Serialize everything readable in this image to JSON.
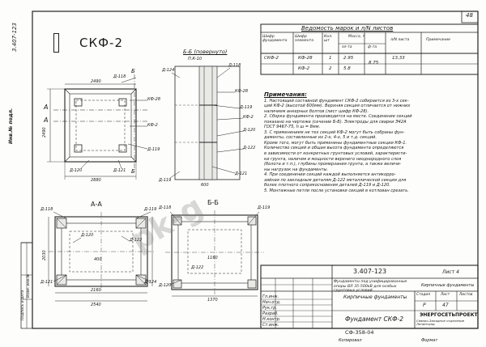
{
  "doc": {
    "side_code": "3.407-123",
    "corner_number": "48",
    "sheet_label": "Лист 4",
    "drawing_title": "СКФ-2",
    "format_code": "СФ-358-04",
    "copy_label": "Копировал",
    "format_label": "Формат"
  },
  "views": {
    "section_bb": "Б-Б (повернуто)",
    "section_aa": "А-А",
    "section_bb2": "Б-Б",
    "scale_note": "П.К-10",
    "mark_a": "А",
    "mark_b": "Б"
  },
  "dims": {
    "d2490": "2490",
    "d2880": "2880",
    "d2540": "2540",
    "d2030": "2030",
    "d1370": "1370",
    "d600": "600",
    "d400": "400",
    "d2160": "2160",
    "d1160": "1160"
  },
  "labels": {
    "d118": "Д-118",
    "d119": "Д-119",
    "d120": "Д-120",
    "d121": "Д-121",
    "d122": "Д-122",
    "d124": "Д-124",
    "kf28": "КФ-28",
    "kf2": "КФ-2"
  },
  "table": {
    "title": "Ведомость марок и л/N листов",
    "headers": [
      "Шифр фундамента",
      "Шифр элемента",
      "Кол. шт",
      "Масса, т",
      "л/N листа",
      "Примечание"
    ],
    "sub_mass": [
      "эл-та",
      "ф-та"
    ],
    "rows": [
      [
        "СКФ-2",
        "КФ-28",
        "1",
        "2.95",
        "",
        "13,33",
        ""
      ],
      [
        "",
        "КФ-2",
        "2",
        "5.8",
        "8.75",
        "",
        ""
      ]
    ]
  },
  "notes": {
    "header": "Примечания:",
    "items": [
      "1. Настоящий составной фундамент СКФ-2 собирается из 3-х сек-",
      "ций КФ-2 (высотой 600мм). Верхняя секция отличается от нижних",
      "наличием анкерных болтов (лист шифр КФ-28).",
      "2. Сборка фундамента производится на месте. Соединение секций",
      "показано на чертеже (сечение Б-Б). Электроды для сварки Э42А",
      "ГОСТ 9467-75, h ш = 8мм.",
      "3. С применением не тех секций КФ-2 могут быть собраны фун-",
      "даменты, составленные из 2-х, 4-х, 5 и т.д. секций.",
      "Кроме того, могут быть применены фундаментные секции КФ-1.",
      "Количество секций и общая высота фундамента определяются",
      "в зависимости от конкретных грунтовых условий, характеристи-",
      "ки грунта, наличия и мощности верхнего неоднородного слоя",
      "(болота и т.п.), глубины промерзания грунта, а также величи-",
      "ны нагрузок на фундаменты.",
      "4. При соединении секций каждой выполняется антикорро-",
      "зийная по закладным деталям Д-122 металлической секции для",
      "более плотного соприкосновения деталей Д-119 и Д-120.",
      "5. Монтажные петли после установки секций в котлован срезать."
    ]
  },
  "titleblock": {
    "code": "3.407-123",
    "project": "Фундаменты под унифицированные опоры ВЛ 35-500кВ для особых грунтовых условий",
    "section": "Кирпичные фундаменты",
    "drawing": "Фундамент СКФ-2",
    "stage": "Р",
    "sheet": "47",
    "org": "ЭНЕРГОСЕТЬПРОЕКТ",
    "org_sub": "Северо-Западное отделение Ленинград",
    "roles": [
      "Гл.инж.",
      "Нач.отд.",
      "Рук.гр.",
      "Разраб.",
      "Н.контр.",
      "Ст.инж."
    ],
    "col_stage": "Стадия",
    "col_sheet": "Лист",
    "col_sheets": "Листов"
  },
  "side": {
    "note": "Инв.№ подл.",
    "text": "Подпись и дата",
    "text2": "Взам. инв.№"
  },
  "watermark": "pk-g"
}
